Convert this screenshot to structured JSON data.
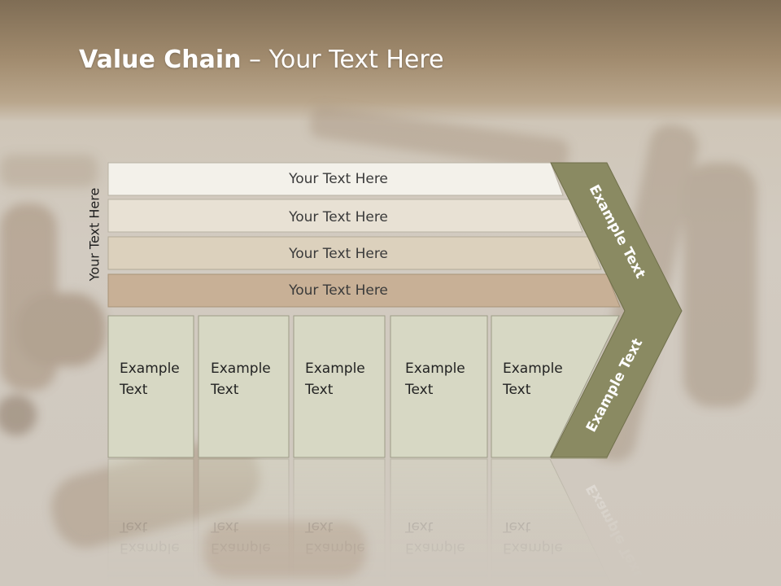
{
  "slide": {
    "title_bold": "Value Chain",
    "title_rest": " – Your Text Here",
    "side_label": "Your Text Here"
  },
  "bars": [
    {
      "label": "Your Text Here",
      "color": "#f3f1ea"
    },
    {
      "label": "Your Text Here",
      "color": "#e8e1d4"
    },
    {
      "label": "Your Text Here",
      "color": "#dcd1bd"
    },
    {
      "label": "Your Text Here",
      "color": "#c8b096"
    }
  ],
  "columns": [
    {
      "line1": "Example",
      "line2": "Text"
    },
    {
      "line1": "Example",
      "line2": "Text"
    },
    {
      "line1": "Example",
      "line2": "Text"
    },
    {
      "line1": "Example",
      "line2": "Text"
    },
    {
      "line1": "Example",
      "line2": "Text"
    }
  ],
  "chevron": {
    "upper_label": "Example Text",
    "lower_label": "Example Text",
    "color": "#8a8a62"
  },
  "colors": {
    "column_fill": "#d7d8c4",
    "column_stroke": "#9c9b86"
  }
}
